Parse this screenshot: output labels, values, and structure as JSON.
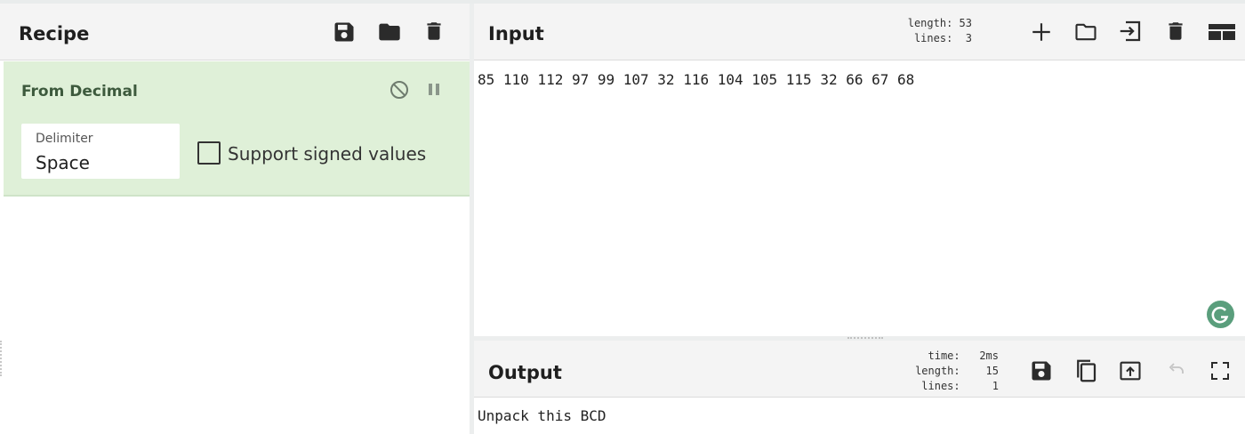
{
  "recipe": {
    "title": "Recipe",
    "icons": [
      "save-icon",
      "folder-icon",
      "trash-icon"
    ],
    "operation": {
      "name": "From Decimal",
      "delimiter_label": "Delimiter",
      "delimiter_value": "Space",
      "signed_label": "Support signed values",
      "signed_checked": false
    }
  },
  "input": {
    "title": "Input",
    "stats": {
      "length_label": "length:",
      "length_value": "53",
      "lines_label": "lines:",
      "lines_value": "3"
    },
    "text": "85 110 112 97 99 107 32 116 104 105 115 32 66 67 68",
    "icons": [
      "plus-icon",
      "folder-icon",
      "open-input-icon",
      "trash-icon",
      "layout-icon"
    ]
  },
  "output": {
    "title": "Output",
    "stats": {
      "time_label": "time:",
      "time_value": "2ms",
      "length_label": "length:",
      "length_value": "15",
      "lines_label": "lines:",
      "lines_value": "1"
    },
    "text": "Unpack this BCD",
    "icons": [
      "save-icon",
      "copy-icon",
      "replace-input-icon",
      "undo-icon",
      "fullscreen-icon"
    ]
  },
  "colors": {
    "operation_bg": "#dff0d8",
    "header_bg": "#f4f4f4",
    "grammarly": "#5a9e7c"
  }
}
